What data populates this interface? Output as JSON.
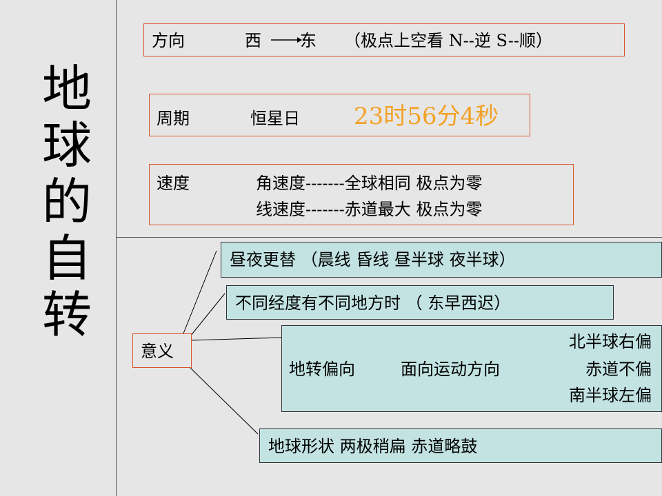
{
  "title": [
    "地",
    "球",
    "的",
    "自",
    "转"
  ],
  "direction": {
    "label": "方向",
    "from": "西",
    "to": "东",
    "note": "（极点上空看 N--逆  S--顺）"
  },
  "period": {
    "label": "周期",
    "name": "恒星日",
    "value": "23时56分4秒"
  },
  "speed": {
    "label": "速度",
    "line1": "角速度-------全球相同   极点为零",
    "line2": "线速度-------赤道最大   极点为零"
  },
  "meaning": {
    "label": "意义",
    "items": {
      "day_night": "昼夜更替 （晨线  昏线  昼半球  夜半球）",
      "local_time": "不同经度有不同地方时      （ 东早西迟）",
      "deflection": {
        "label": "地转偏向",
        "condition": "面向运动方向",
        "north": "北半球右偏",
        "equator": "赤道不偏",
        "south": "南半球左偏"
      },
      "shape": "地球形状          两极稍扁   赤道略鼓"
    }
  },
  "colors": {
    "box_border": "#d9542b",
    "highlight": "#f3a126",
    "teal_fill": "#c3e3e3"
  }
}
